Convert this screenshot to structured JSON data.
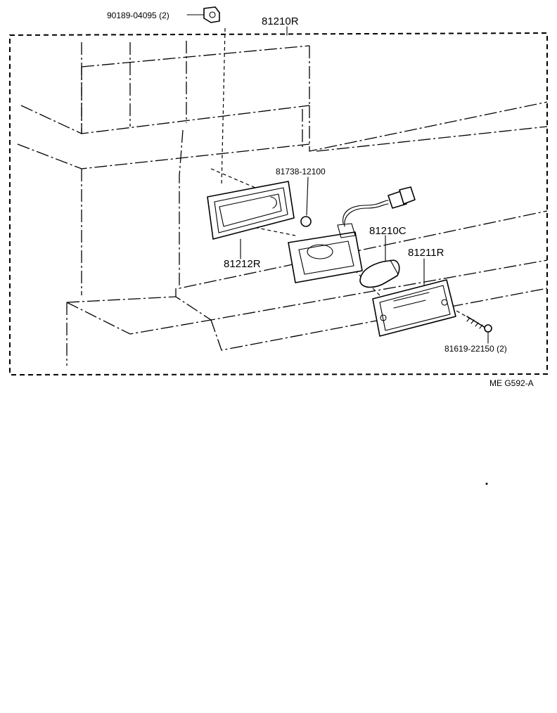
{
  "diagram": {
    "part_labels": {
      "clip": "90189-04095 (2)",
      "lamp_assembly": "81210R",
      "socket": "81738-12100",
      "bulb": "81210C",
      "gasket": "81212R",
      "lens": "81211R",
      "screw": "81619-22150 (2)"
    },
    "figure_code": "ME  G592-A"
  }
}
